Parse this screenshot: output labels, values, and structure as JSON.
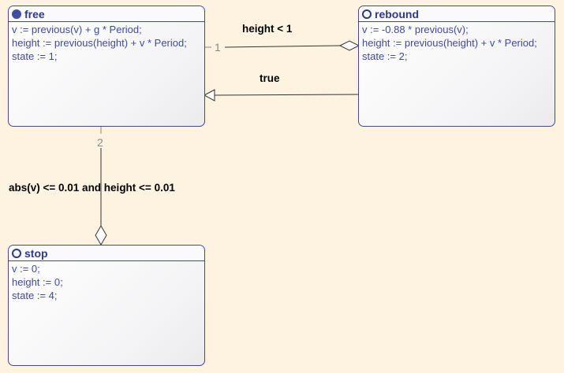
{
  "states": [
    {
      "id": "free",
      "name": "free",
      "initial": true,
      "actions": [
        "v := previous(v) + g * Period;",
        "height := previous(height) + v * Period;",
        "state := 1;"
      ]
    },
    {
      "id": "rebound",
      "name": "rebound",
      "initial": false,
      "actions": [
        "v := -0.88 * previous(v);",
        "height := previous(height) + v * Period;",
        "state := 2;"
      ]
    },
    {
      "id": "stop",
      "name": "stop",
      "initial": false,
      "actions": [
        "v := 0;",
        "height := 0;",
        "state := 4;"
      ]
    }
  ],
  "transitions": [
    {
      "from": "free",
      "to": "rebound",
      "condition": "height < 1",
      "priority": "1"
    },
    {
      "from": "rebound",
      "to": "free",
      "condition": "true",
      "priority": ""
    },
    {
      "from": "free",
      "to": "stop",
      "condition": "abs(v) <= 0.01 and height <= 0.01",
      "priority": "2"
    }
  ],
  "colors": {
    "background": "#fef3e0",
    "state_border": "#3f4a8e",
    "state_text": "#3f4a9e",
    "link": "#333333"
  }
}
